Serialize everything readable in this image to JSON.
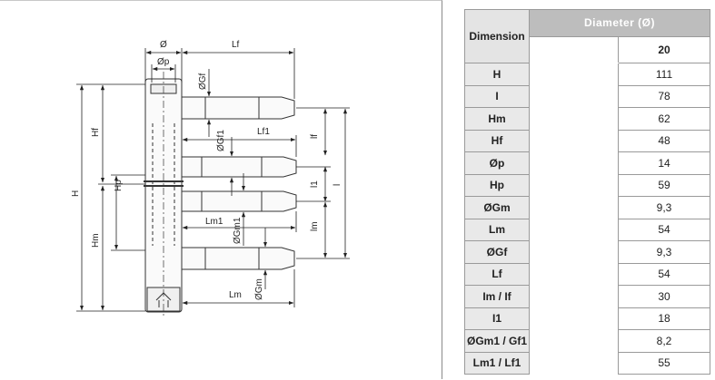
{
  "drawing": {
    "labels": {
      "diam": "Ø",
      "lf": "Lf",
      "diam_p": "Øp",
      "diam_gf": "ØGf",
      "hf": "Hf",
      "h": "H",
      "hp": "Hp",
      "hm": "Hm",
      "diam_gf1": "ØGf1",
      "lf1": "Lf1",
      "lf_right": "lf",
      "l1": "l1",
      "l": "l",
      "lm": "lm",
      "lm1": "Lm1",
      "diam_gm1": "ØGm1",
      "lm_bottom": "Lm",
      "diam_gm": "ØGm"
    }
  },
  "table": {
    "dimension_header": "Dimension",
    "diameter_header": "Diameter (Ø)",
    "column": "20",
    "rows": [
      {
        "label": "H",
        "value": "111"
      },
      {
        "label": "I",
        "value": "78"
      },
      {
        "label": "Hm",
        "value": "62"
      },
      {
        "label": "Hf",
        "value": "48"
      },
      {
        "label": "Øp",
        "value": "14"
      },
      {
        "label": "Hp",
        "value": "59"
      },
      {
        "label": "ØGm",
        "value": "9,3"
      },
      {
        "label": "Lm",
        "value": "54"
      },
      {
        "label": "ØGf",
        "value": "9,3"
      },
      {
        "label": "Lf",
        "value": "54"
      },
      {
        "label": "Im / If",
        "value": "30"
      },
      {
        "label": "I1",
        "value": "18"
      },
      {
        "label": "ØGm1 / Gf1",
        "value": "8,2"
      },
      {
        "label": "Lm1 / Lf1",
        "value": "55"
      }
    ]
  }
}
